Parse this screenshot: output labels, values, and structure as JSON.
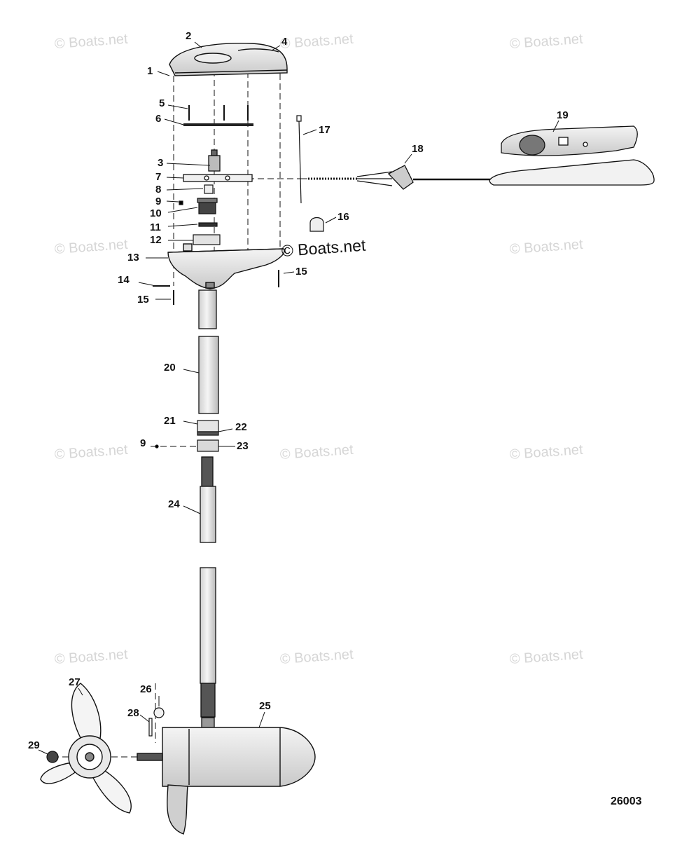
{
  "watermark": "© Boats.net",
  "drawing_number": "26003",
  "callouts": [
    "1",
    "2",
    "3",
    "4",
    "5",
    "6",
    "7",
    "8",
    "9",
    "10",
    "11",
    "12",
    "13",
    "14",
    "15",
    "15",
    "16",
    "17",
    "18",
    "19",
    "20",
    "21",
    "22",
    "9",
    "23",
    "24",
    "25",
    "26",
    "27",
    "28",
    "29"
  ],
  "colors": {
    "line": "#111111",
    "fill": "#e9e9e9",
    "shade": "#bdbdbd",
    "watermark": "#d6d6d6"
  },
  "icons": [
    "copyright-icon"
  ]
}
